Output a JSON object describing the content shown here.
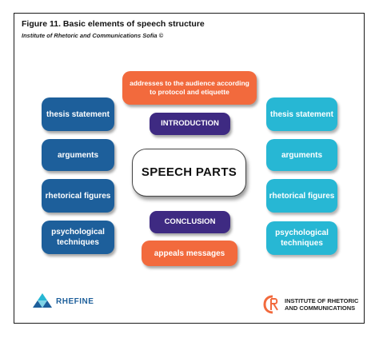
{
  "figure": {
    "title": "Figure 11. Basic elements of speech structure",
    "subtitle": "Institute of Rhetoric and Communications Sofia ©"
  },
  "top_box": "addresses to the audience according to protocol and etiquette",
  "introduction": "INTRODUCTION",
  "center": "SPEECH PARTS",
  "conclusion": "CONCLUSION",
  "bottom_box": "appeals messages",
  "left_items": [
    "thesis statement",
    "arguments",
    "rhetorical figures",
    "psychological techniques"
  ],
  "right_items": [
    "thesis statement",
    "arguments",
    "rhetorical figures",
    "psychological techniques"
  ],
  "logos": {
    "left": "RHEFINE",
    "right_line1": "INSTITUTE OF RHETORIC",
    "right_line2": "AND COMMUNICATIONS"
  },
  "colors": {
    "left_boxes": "#1d5f9b",
    "right_boxes": "#27b7d4",
    "orange_boxes": "#f26a3d",
    "purple_boxes": "#3e2a82"
  }
}
